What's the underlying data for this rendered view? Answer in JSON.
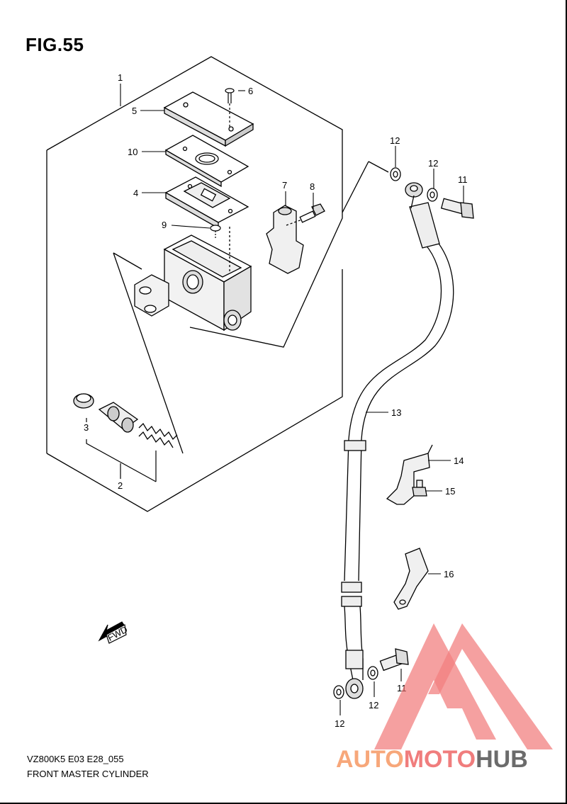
{
  "figure_title": "FIG.55",
  "footer": {
    "code": "VZ800K5 E03 E28_055",
    "title": "FRONT MASTER CYLINDER"
  },
  "fwd_label": "FWD",
  "callouts": [
    "1",
    "2",
    "3",
    "4",
    "5",
    "6",
    "7",
    "8",
    "9",
    "10",
    "11",
    "11",
    "12",
    "12",
    "12",
    "12",
    "13",
    "14",
    "15",
    "16"
  ],
  "watermark": {
    "part1": "AUTO",
    "part2": "MOTO",
    "part3": "HUB",
    "colors": {
      "auto": "#f7a77a",
      "moto": "#f07d7d",
      "hub": "#6b6b6b",
      "logo": "#f06b6b"
    }
  }
}
